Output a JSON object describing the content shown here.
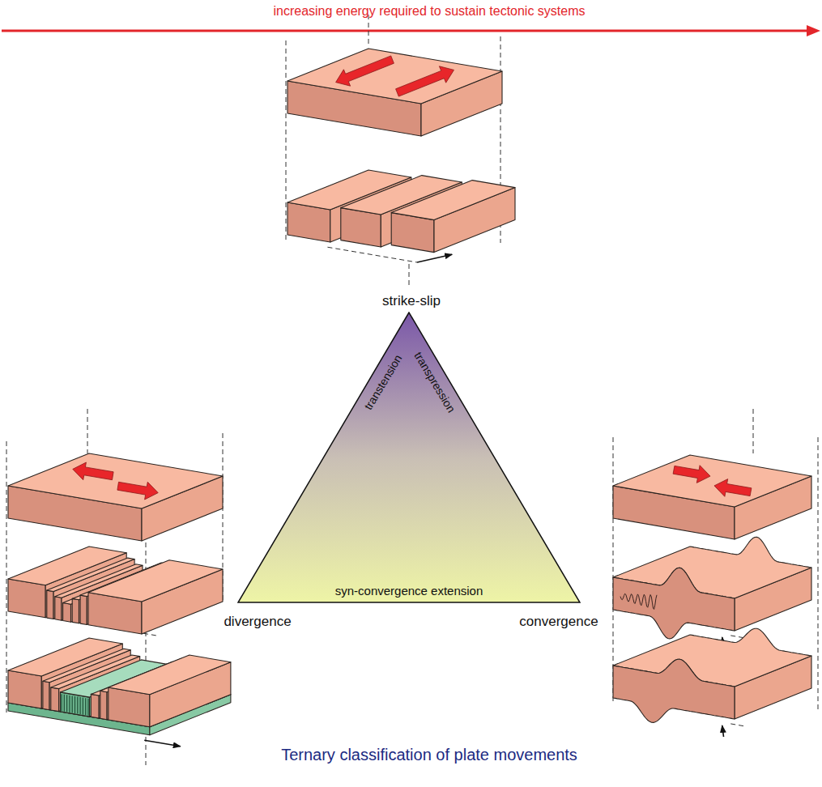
{
  "diagram": {
    "caption": "Ternary classification of plate movements",
    "nodes": [
      {
        "text": [
          "transtension",
          "transpression",
          "syn-convergence extension"
        ]
      }
    ],
    "labels": [
      "increasing energy required to sustain tectonic systems",
      "strike-slip",
      "divergence",
      "convergence"
    ]
  }
}
